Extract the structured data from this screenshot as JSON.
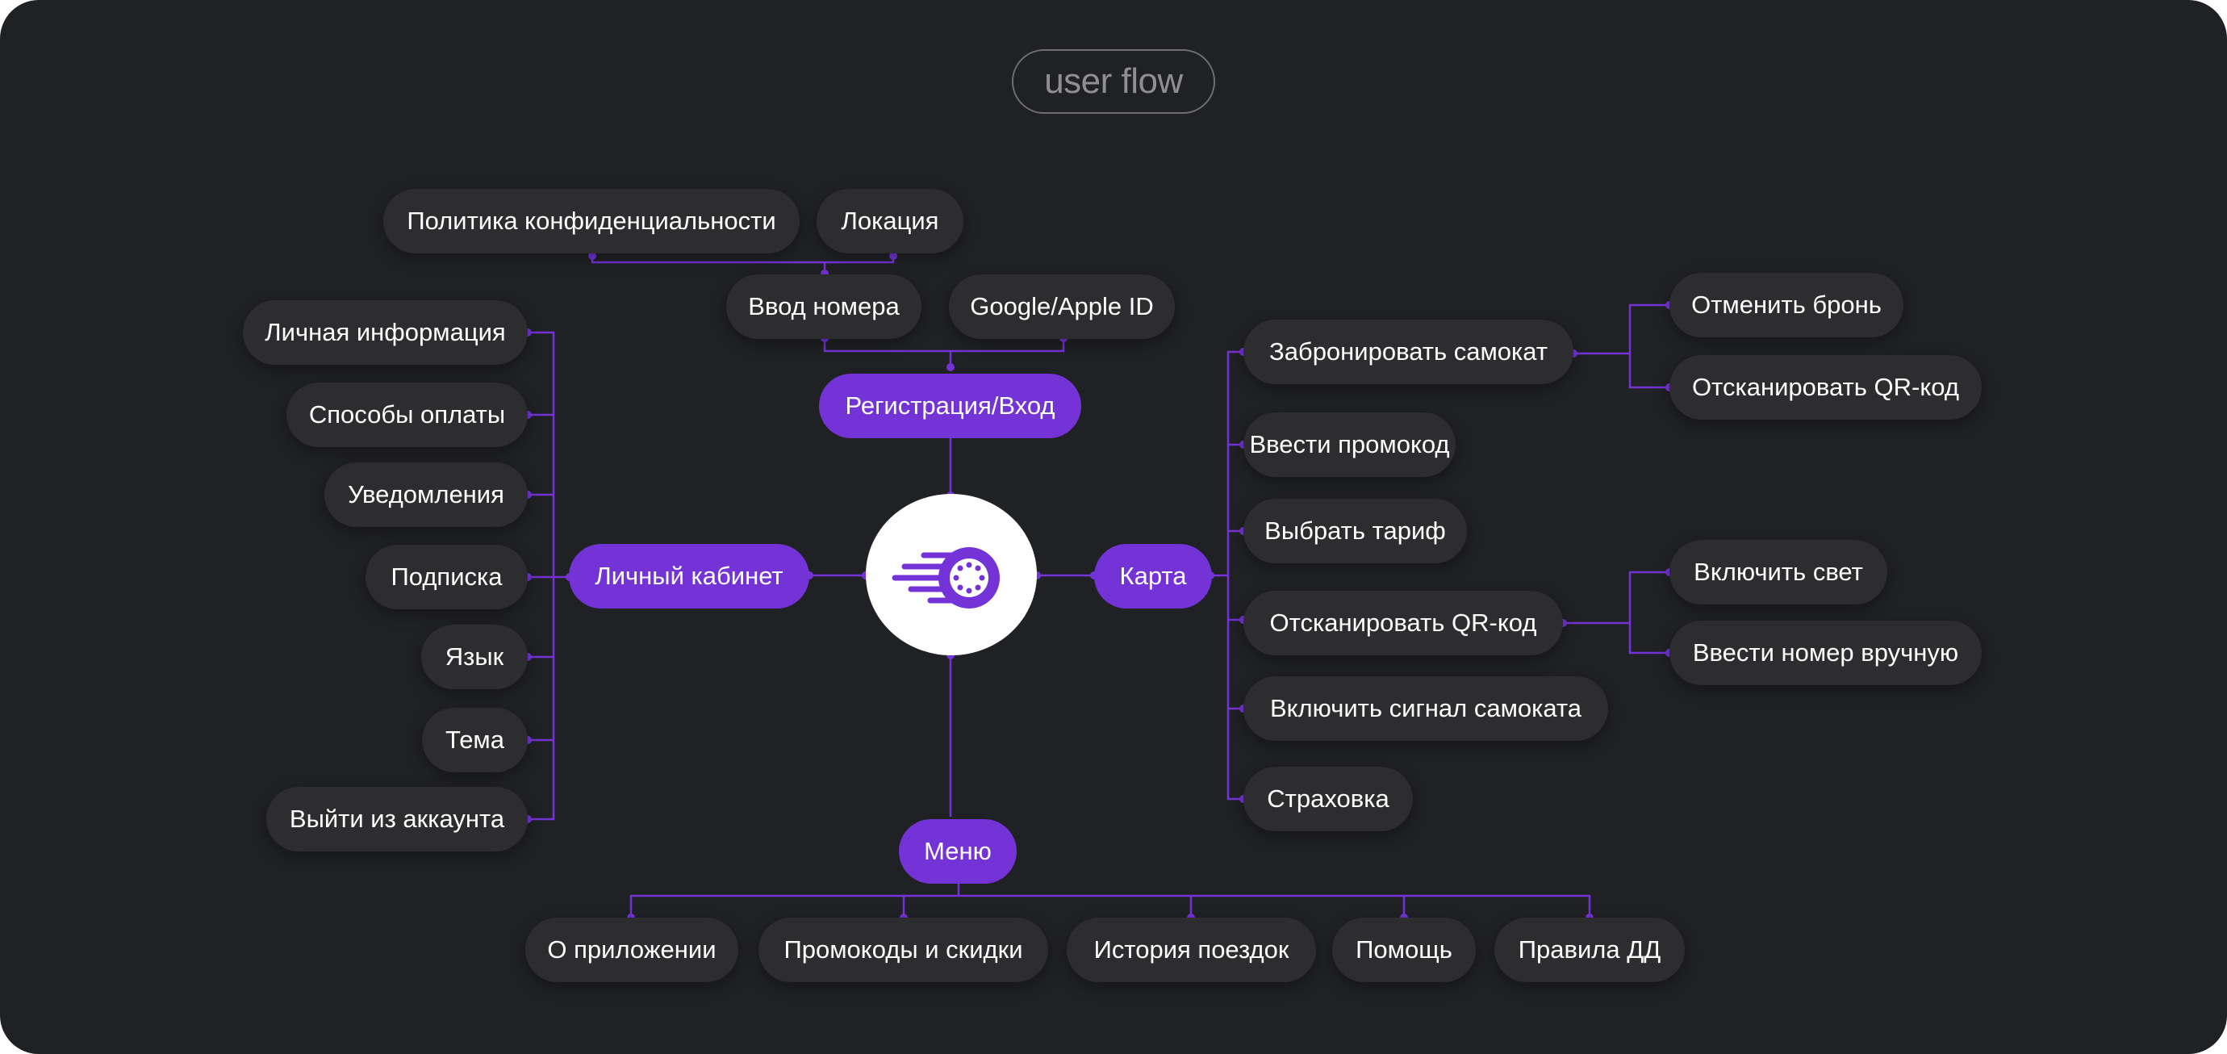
{
  "title": "user flow",
  "colors": {
    "background": "#202124",
    "node": "#2d2d30",
    "hub": "#7433d6",
    "line": "#7433d6",
    "text": "#ffffff"
  },
  "hubs": {
    "registration": "Регистрация/Вход",
    "account": "Личный кабинет",
    "map": "Карта",
    "menu": "Меню"
  },
  "registration_nodes": {
    "phone": "Ввод номера",
    "google_apple": "Google/Apple ID",
    "privacy": "Политика конфиденциальности",
    "location": "Локация"
  },
  "account_items": [
    "Личная информация",
    "Способы оплаты",
    "Уведомления",
    "Подписка",
    "Язык",
    "Тема",
    "Выйти из аккаунта"
  ],
  "map_items": [
    "Забронировать самокат",
    "Ввести промокод",
    "Выбрать тариф",
    "Отсканировать QR-код",
    "Включить сигнал самоката",
    "Страховка"
  ],
  "booking_subitems": [
    "Отменить бронь",
    "Отсканировать QR-код"
  ],
  "scan_subitems": [
    "Включить свет",
    "Ввести номер вручную"
  ],
  "menu_items": [
    "О приложении",
    "Промокоды и скидки",
    "История поездок",
    "Помощь",
    "Правила ДД"
  ],
  "logo_icon": "scooter-wheel-icon"
}
